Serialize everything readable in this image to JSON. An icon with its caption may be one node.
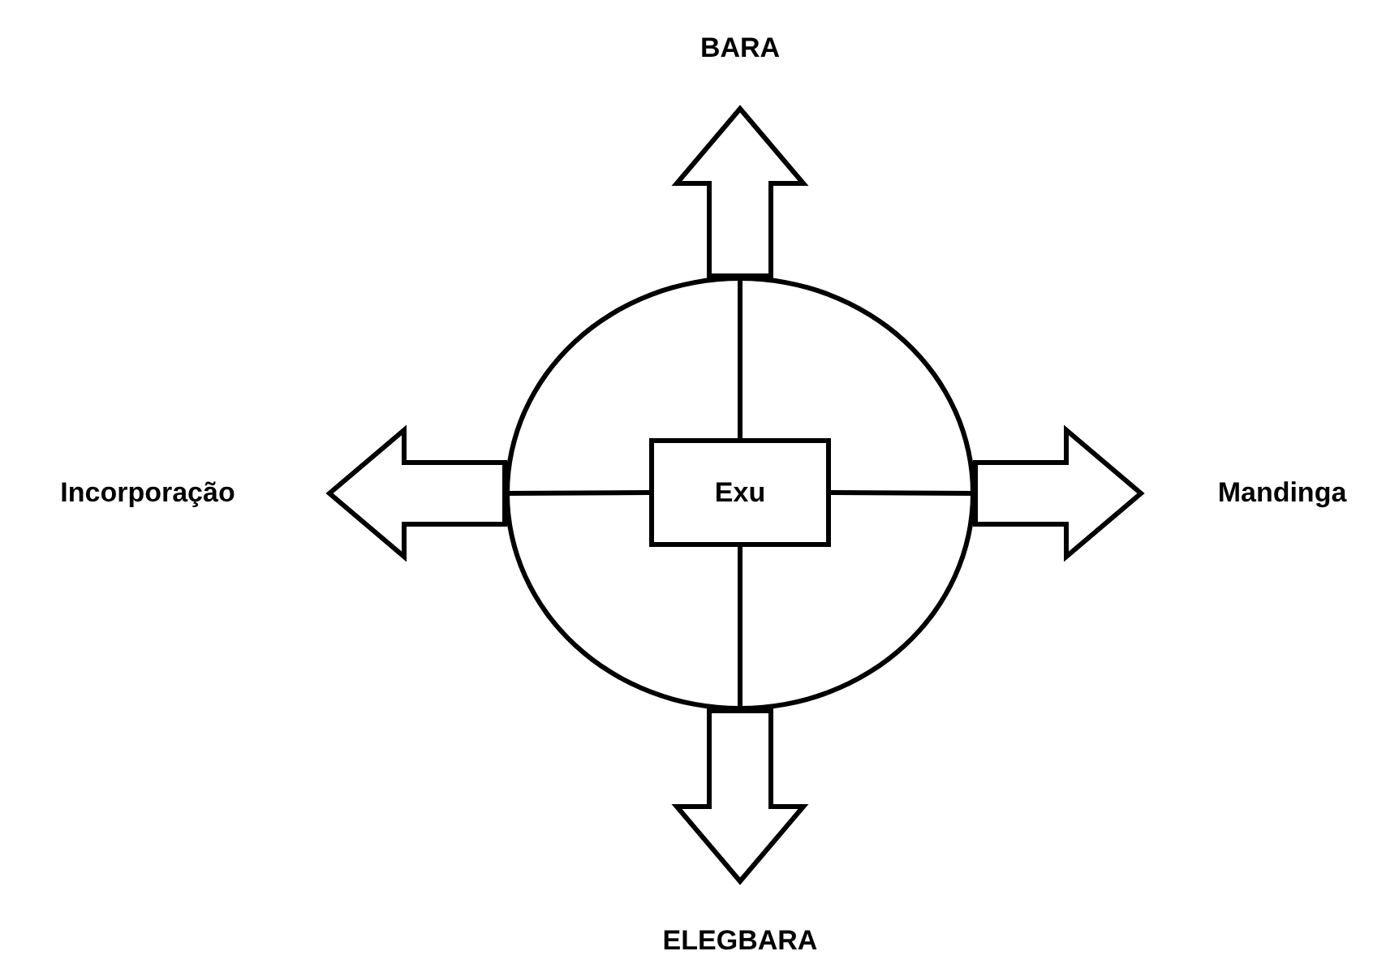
{
  "diagram": {
    "nodes": [
      {
        "text": [],
        "shape": "circle"
      },
      {
        "text": [
          "Exu"
        ],
        "in": 0
      },
      {
        "text": [
          "BARA"
        ]
      },
      {
        "text": [
          "Incorporação"
        ]
      },
      {
        "text": [
          "Mandinga"
        ]
      },
      {
        "text": [
          "ELEGBARA"
        ]
      }
    ],
    "edges": [
      {
        "from": 1,
        "to": 0,
        "arrow": "none"
      },
      {
        "from": 1,
        "to": 0,
        "arrow": "none"
      },
      {
        "from": 1,
        "to": 0,
        "arrow": "none"
      },
      {
        "from": 1,
        "to": 0,
        "arrow": "none"
      },
      {
        "from": 0,
        "to": 2,
        "arrow": "to"
      },
      {
        "from": 0,
        "to": 3,
        "arrow": "to"
      },
      {
        "from": 0,
        "to": 4,
        "arrow": "to"
      },
      {
        "from": 0,
        "to": 5,
        "arrow": "to"
      }
    ]
  }
}
